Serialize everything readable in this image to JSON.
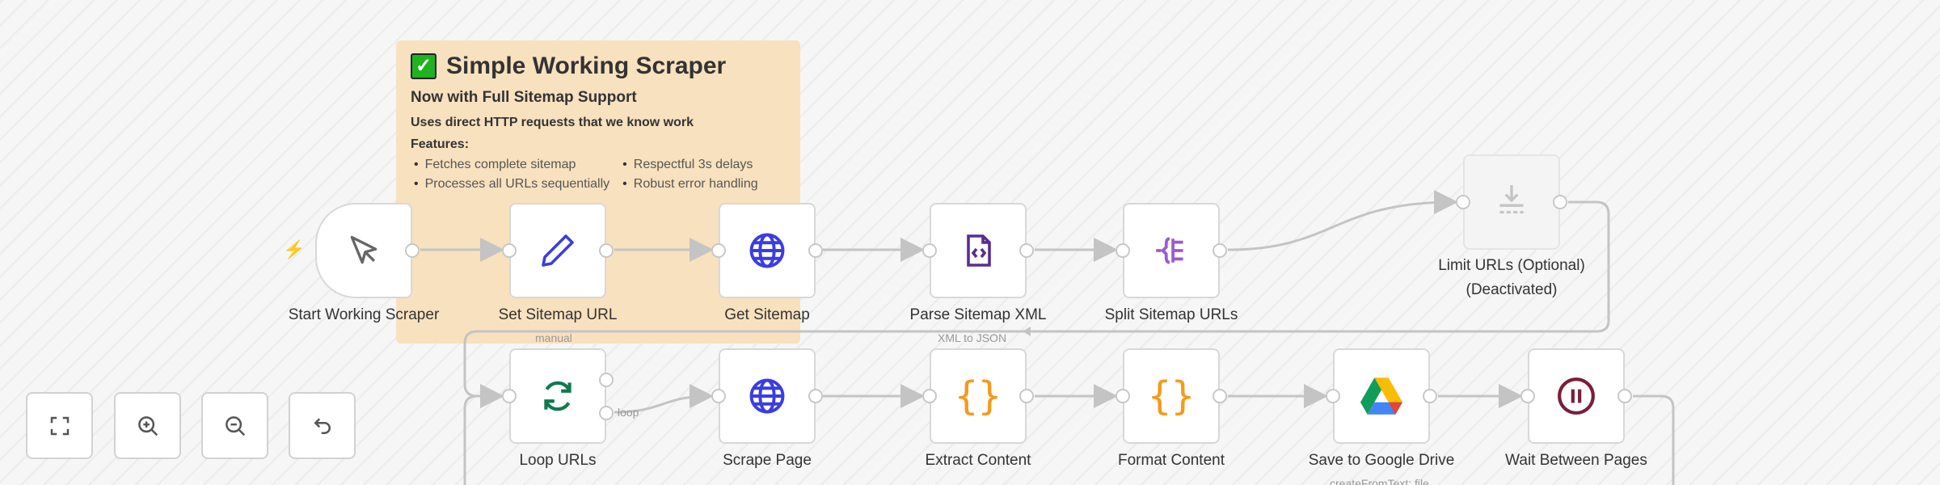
{
  "sticky": {
    "title": "Simple Working Scraper",
    "subtitle": "Now with Full Sitemap Support",
    "tagline": "Uses direct HTTP requests that we know work",
    "features_heading": "Features:",
    "features": [
      "Fetches complete sitemap",
      "Processes all URLs sequentially",
      "Respectful 3s delays",
      "Robust error handling"
    ]
  },
  "nodes": {
    "start": {
      "label": "Start Working Scraper",
      "icon": "cursor-icon"
    },
    "set_url": {
      "label": "Set Sitemap URL",
      "sub": "manual",
      "icon": "pencil-icon"
    },
    "get_sitemap": {
      "label": "Get Sitemap",
      "icon": "globe-icon"
    },
    "parse_xml": {
      "label": "Parse Sitemap XML",
      "sub": "XML to JSON",
      "icon": "code-file-icon"
    },
    "split_urls": {
      "label": "Split Sitemap URLs",
      "icon": "split-icon"
    },
    "limit_urls": {
      "label": "Limit URLs (Optional)",
      "label2": "(Deactivated)",
      "icon": "limit-icon"
    },
    "loop_urls": {
      "label": "Loop URLs",
      "output_label": "loop",
      "icon": "loop-icon"
    },
    "scrape_page": {
      "label": "Scrape Page",
      "icon": "globe-icon"
    },
    "extract": {
      "label": "Extract Content",
      "icon": "braces-icon"
    },
    "format": {
      "label": "Format Content",
      "icon": "braces-icon"
    },
    "save_drive": {
      "label": "Save to Google Drive",
      "sub": "createFromText: file",
      "icon": "google-drive-icon"
    },
    "wait": {
      "label": "Wait Between Pages",
      "icon": "pause-icon"
    }
  },
  "colors": {
    "sticky": "#f8e1bf",
    "http": "#3a3ee0",
    "code": "#f59a1a",
    "xml": "#5b2d91",
    "loop": "#0f7a4e",
    "wait": "#7a1e3a",
    "trigger": "#ff5a4e"
  }
}
